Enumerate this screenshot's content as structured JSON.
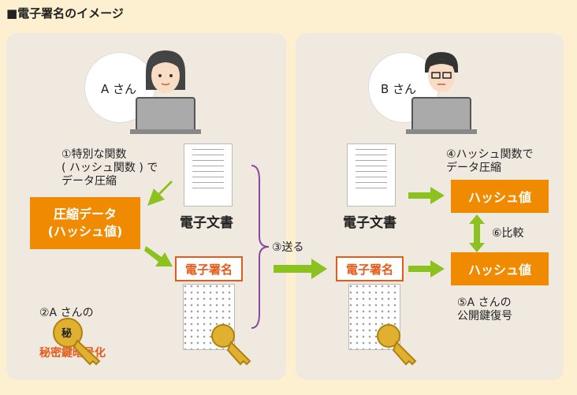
{
  "title": "■電子署名のイメージ",
  "left": {
    "person": "A さん",
    "step1": "①特別な関数\n( ハッシュ関数 ) で\nデータ圧縮",
    "compressed_line1": "圧縮データ",
    "compressed_line2": "(ハッシュ値)",
    "doc_label": "電子文書",
    "sig_label": "電子署名",
    "step2_line1": "②A さんの",
    "step2_line2": "秘密鍵暗号化",
    "key_label": "秘"
  },
  "middle": {
    "send": "③送る"
  },
  "right": {
    "person": "B さん",
    "step4": "④ハッシュ関数で\nデータ圧縮",
    "hash1": "ハッシュ値",
    "compare": "⑥比較",
    "hash2": "ハッシュ値",
    "doc_label": "電子文書",
    "sig_label": "電子署名",
    "step5": "⑤A さんの\n公開鍵復号"
  },
  "colors": {
    "orange": "#f08a00",
    "green": "#8cc21f",
    "red": "#e85a1a",
    "purple": "#8a4a9a"
  }
}
